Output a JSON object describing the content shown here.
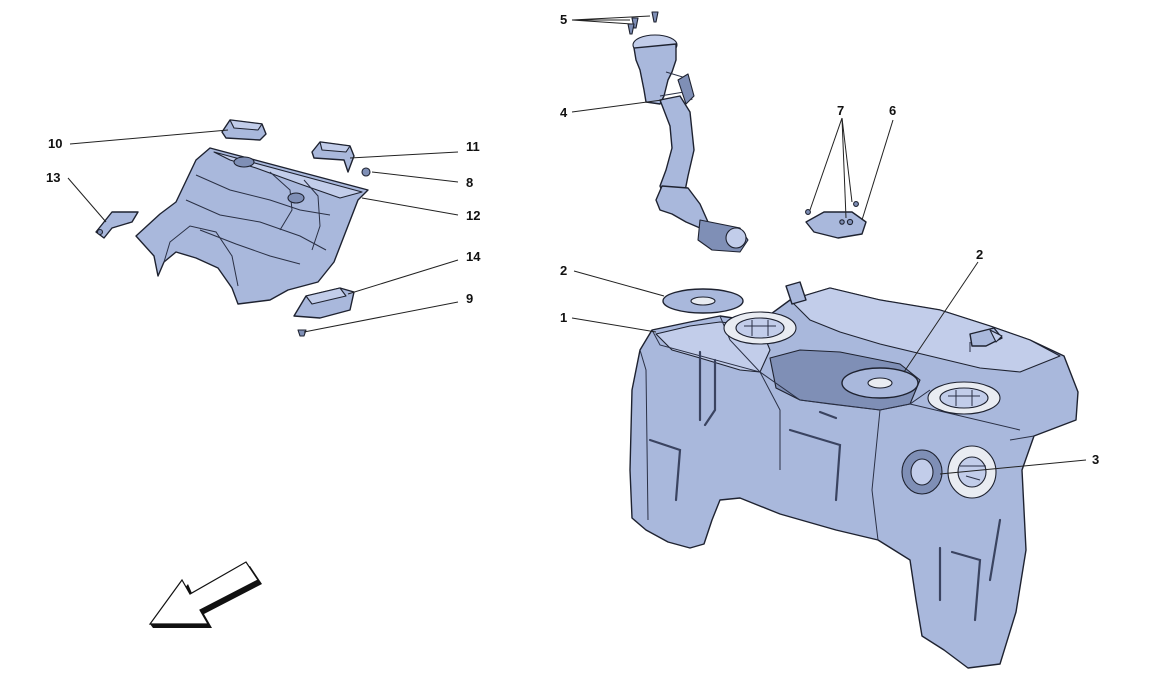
{
  "callouts": {
    "c1": "1",
    "c2a": "2",
    "c2b": "2",
    "c3": "3",
    "c4": "4",
    "c5": "5",
    "c6": "6",
    "c7": "7",
    "c8": "8",
    "c9": "9",
    "c10": "10",
    "c11": "11",
    "c12": "12",
    "c13": "13",
    "c14": "14"
  },
  "colors": {
    "part_fill": "#a9b8dc",
    "outline": "#1e2230",
    "background": "#ffffff"
  },
  "icons": {
    "direction_arrow": "front-direction-arrow-icon"
  }
}
